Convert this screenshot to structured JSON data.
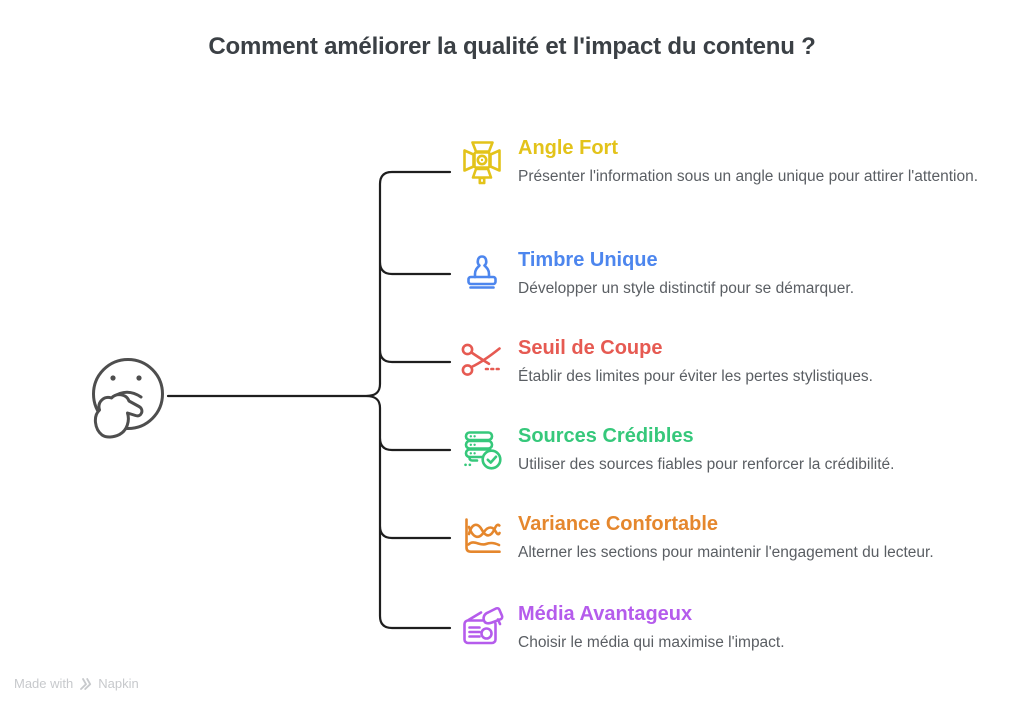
{
  "title": "Comment améliorer la qualité et l'impact du contenu ?",
  "colors": {
    "connector": "#1E1E1E",
    "face": "#4E4E4E",
    "title_text": "#3B4045",
    "desc_text": "#5A5E63",
    "footer_text": "#C7C9CC"
  },
  "items": [
    {
      "label": "Angle Fort",
      "description": "Présenter l'information sous un angle unique pour attirer l'attention.",
      "color": "#E3C31A",
      "icon": "studio-light-icon"
    },
    {
      "label": "Timbre Unique",
      "description": "Développer un style distinctif pour se démarquer.",
      "color": "#4D86EE",
      "icon": "stamp-icon"
    },
    {
      "label": "Seuil de Coupe",
      "description": "Établir des limites pour éviter les pertes stylistiques.",
      "color": "#E65A52",
      "icon": "scissors-icon"
    },
    {
      "label": "Sources Crédibles",
      "description": "Utiliser des sources fiables pour renforcer la crédibilité.",
      "color": "#36C87B",
      "icon": "server-check-icon"
    },
    {
      "label": "Variance Confortable",
      "description": "Alterner les sections pour maintenir l'engagement du lecteur.",
      "color": "#E5872D",
      "icon": "wave-chart-icon"
    },
    {
      "label": "Média Avantageux",
      "description": "Choisir le média qui maximise l'impact.",
      "color": "#B55CEC",
      "icon": "radio-megaphone-icon"
    }
  ],
  "footer": {
    "made_with": "Made with",
    "brand": "Napkin"
  }
}
